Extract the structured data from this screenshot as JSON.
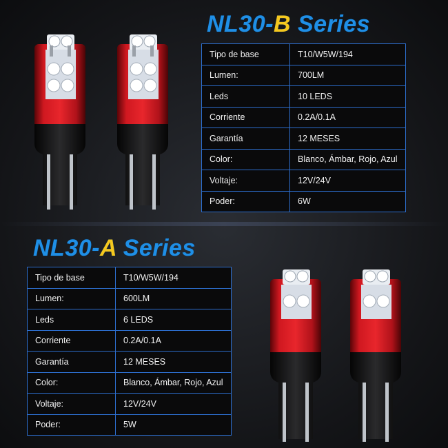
{
  "top": {
    "title_main": "NL30-",
    "title_accent": "B",
    "title_suffix": " Series",
    "specs": [
      {
        "label": "Tipo de base",
        "value": "T10/W5W/194"
      },
      {
        "label": "Lumen:",
        "value": "700LM"
      },
      {
        "label": "Leds",
        "value": "10 LEDS"
      },
      {
        "label": "Corriente",
        "value": "0.2A/0.1A"
      },
      {
        "label": "Garantía",
        "value": "12 MESES"
      },
      {
        "label": "Color:",
        "value": "Blanco, Ámbar, Rojo, Azul"
      },
      {
        "label": "Voltaje:",
        "value": "12V/24V"
      },
      {
        "label": "Poder:",
        "value": "6W"
      }
    ]
  },
  "bottom": {
    "title_main": "NL30-",
    "title_accent": "A",
    "title_suffix": " Series",
    "specs": [
      {
        "label": "Tipo de base",
        "value": "T10/W5W/194"
      },
      {
        "label": "Lumen:",
        "value": "600LM"
      },
      {
        "label": "Leds",
        "value": "6 LEDS"
      },
      {
        "label": "Corriente",
        "value": "0.2A/0.1A"
      },
      {
        "label": "Garantía",
        "value": "12 MESES"
      },
      {
        "label": "Color:",
        "value": "Blanco, Ámbar, Rojo, Azul"
      },
      {
        "label": "Voltaje:",
        "value": "12V/24V"
      },
      {
        "label": "Poder:",
        "value": "5W"
      }
    ]
  },
  "colors": {
    "title_blue": "#1f8fe6",
    "title_yellow": "#f5c81e",
    "table_border": "#2d6fd0",
    "bulb_red": "#c8141c"
  }
}
